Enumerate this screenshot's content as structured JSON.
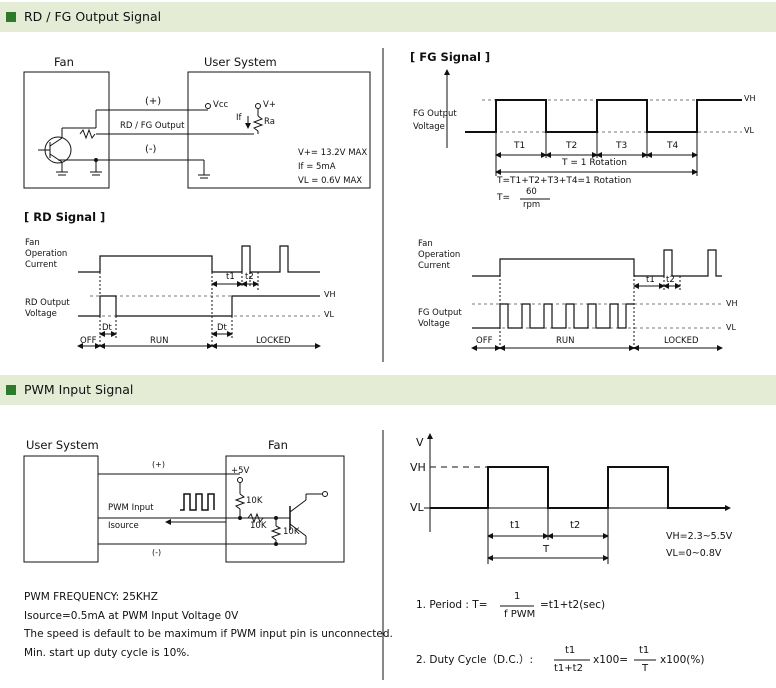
{
  "sections": {
    "rdfg_title": "RD / FG Output Signal",
    "pwm_title": "PWM Input Signal"
  },
  "circuit1": {
    "fan": "Fan",
    "user_system": "User System",
    "plus": "(+)",
    "minus": "(-)",
    "rdfg_output": "RD / FG Output",
    "vcc": "Vcc",
    "if": "If",
    "vplus": "V+",
    "ra": "Ra",
    "spec1": "V+= 13.2V MAX",
    "spec2": "If  = 5mA",
    "spec3": "VL = 0.6V MAX"
  },
  "fg_signal": {
    "title": "[ FG Signal ]",
    "fg_output_voltage_1": "FG Output",
    "fg_output_voltage_2": "Voltage",
    "vh": "VH",
    "vl": "VL",
    "t1": "T1",
    "t2": "T2",
    "t3": "T3",
    "t4": "T4",
    "t_rotation": "T = 1 Rotation",
    "t_sum": "T=T1+T2+T3+T4=1 Rotation",
    "t_eq": "T=",
    "sixty": "60",
    "rpm": "rpm"
  },
  "rd_signal": {
    "title": "[ RD Signal ]",
    "fan_current_1": "Fan",
    "fan_current_2": "Operation",
    "fan_current_3": "Current",
    "rd_voltage_1": "RD Output",
    "rd_voltage_2": "Voltage",
    "vh": "VH",
    "vl": "VL",
    "t1": "t1",
    "t2": "t2",
    "dt1": "Dt",
    "dt2": "Dt",
    "off": "OFF",
    "run": "RUN",
    "locked": "LOCKED"
  },
  "fg_locked": {
    "fan_current_1": "Fan",
    "fan_current_2": "Operation",
    "fan_current_3": "Current",
    "fg_voltage_1": "FG Output",
    "fg_voltage_2": "Voltage",
    "vh": "VH",
    "vl": "VL",
    "t1": "t1",
    "t2": "t2",
    "off": "OFF",
    "run": "RUN",
    "locked": "LOCKED"
  },
  "circuit2": {
    "user_system": "User System",
    "fan": "Fan",
    "plus": "(+)",
    "minus": "(-)",
    "pwm_input": "PWM Input",
    "isource": "Isource",
    "v5": "+5V",
    "r1": "10K",
    "r2": "10K",
    "r3": "10K"
  },
  "pwm_wave": {
    "v": "V",
    "vh": "VH",
    "vl": "VL",
    "t1": "t1",
    "t2": "t2",
    "T": "T",
    "vh_range": "VH=2.3~5.5V",
    "vl_range": "VL=0~0.8V"
  },
  "notes": {
    "freq": "PWM FREQUENCY: 25KHZ",
    "isource": "Isource=0.5mA at PWM Input Voltage 0V",
    "default": "The speed is default to be maximum if PWM input pin is unconnected.",
    "startup": "Min. start up duty cycle is 10%."
  },
  "formulas": {
    "period_label": "1. Period : T=",
    "one": "1",
    "f_pwm": "f PWM",
    "period_rhs": "=t1+t2(sec)",
    "duty_label": "2. Duty Cycle（D.C.）:",
    "num_a": "t1",
    "den_a": "t1+t2",
    "x100a": "x100=",
    "num_b": "t1",
    "den_b": "T",
    "x100b": "x100(%)"
  }
}
